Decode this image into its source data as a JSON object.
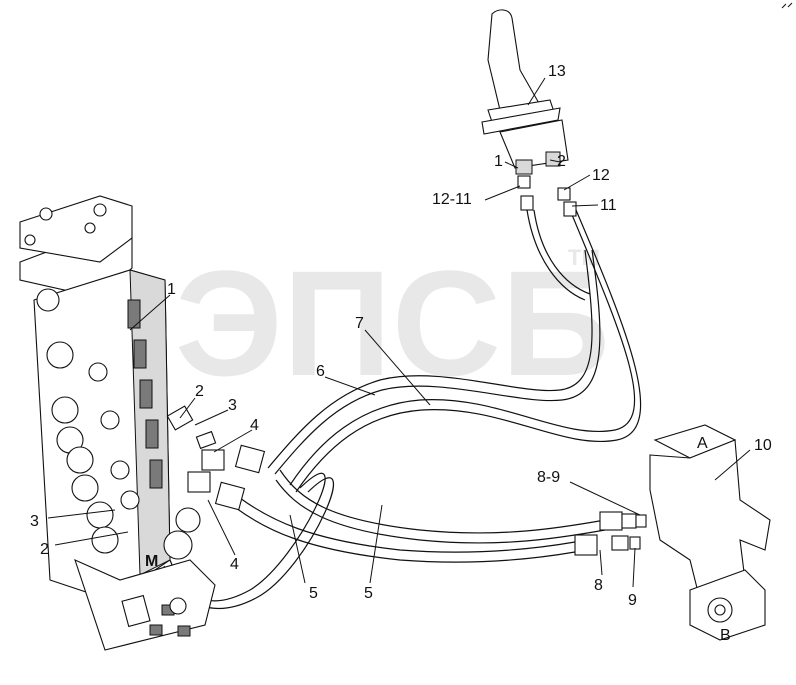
{
  "watermark": {
    "text": "ЭПСБ",
    "trademark": "TM"
  },
  "components": {
    "control_valve_block": "valve-bank",
    "joystick": "control-lever",
    "swivel_joint": "rotary-joint"
  },
  "callouts": {
    "c13": "13",
    "c1_lever": "1",
    "c2_lever": "2",
    "c12_11": "12-11",
    "c12": "12",
    "c11": "11",
    "c1_block": "1",
    "c7": "7",
    "c6": "6",
    "c2_upper": "2",
    "c3_upper": "3",
    "c4_upper": "4",
    "c10": "10",
    "c8_9": "8-9",
    "c3_lower": "3",
    "c2_lower": "2",
    "c4_lower": "4",
    "c5_left": "5",
    "c5_right": "5",
    "c8": "8",
    "c9": "9"
  },
  "marks": {
    "block_m": "M",
    "swivel_b": "B",
    "swivel_a": "A"
  }
}
